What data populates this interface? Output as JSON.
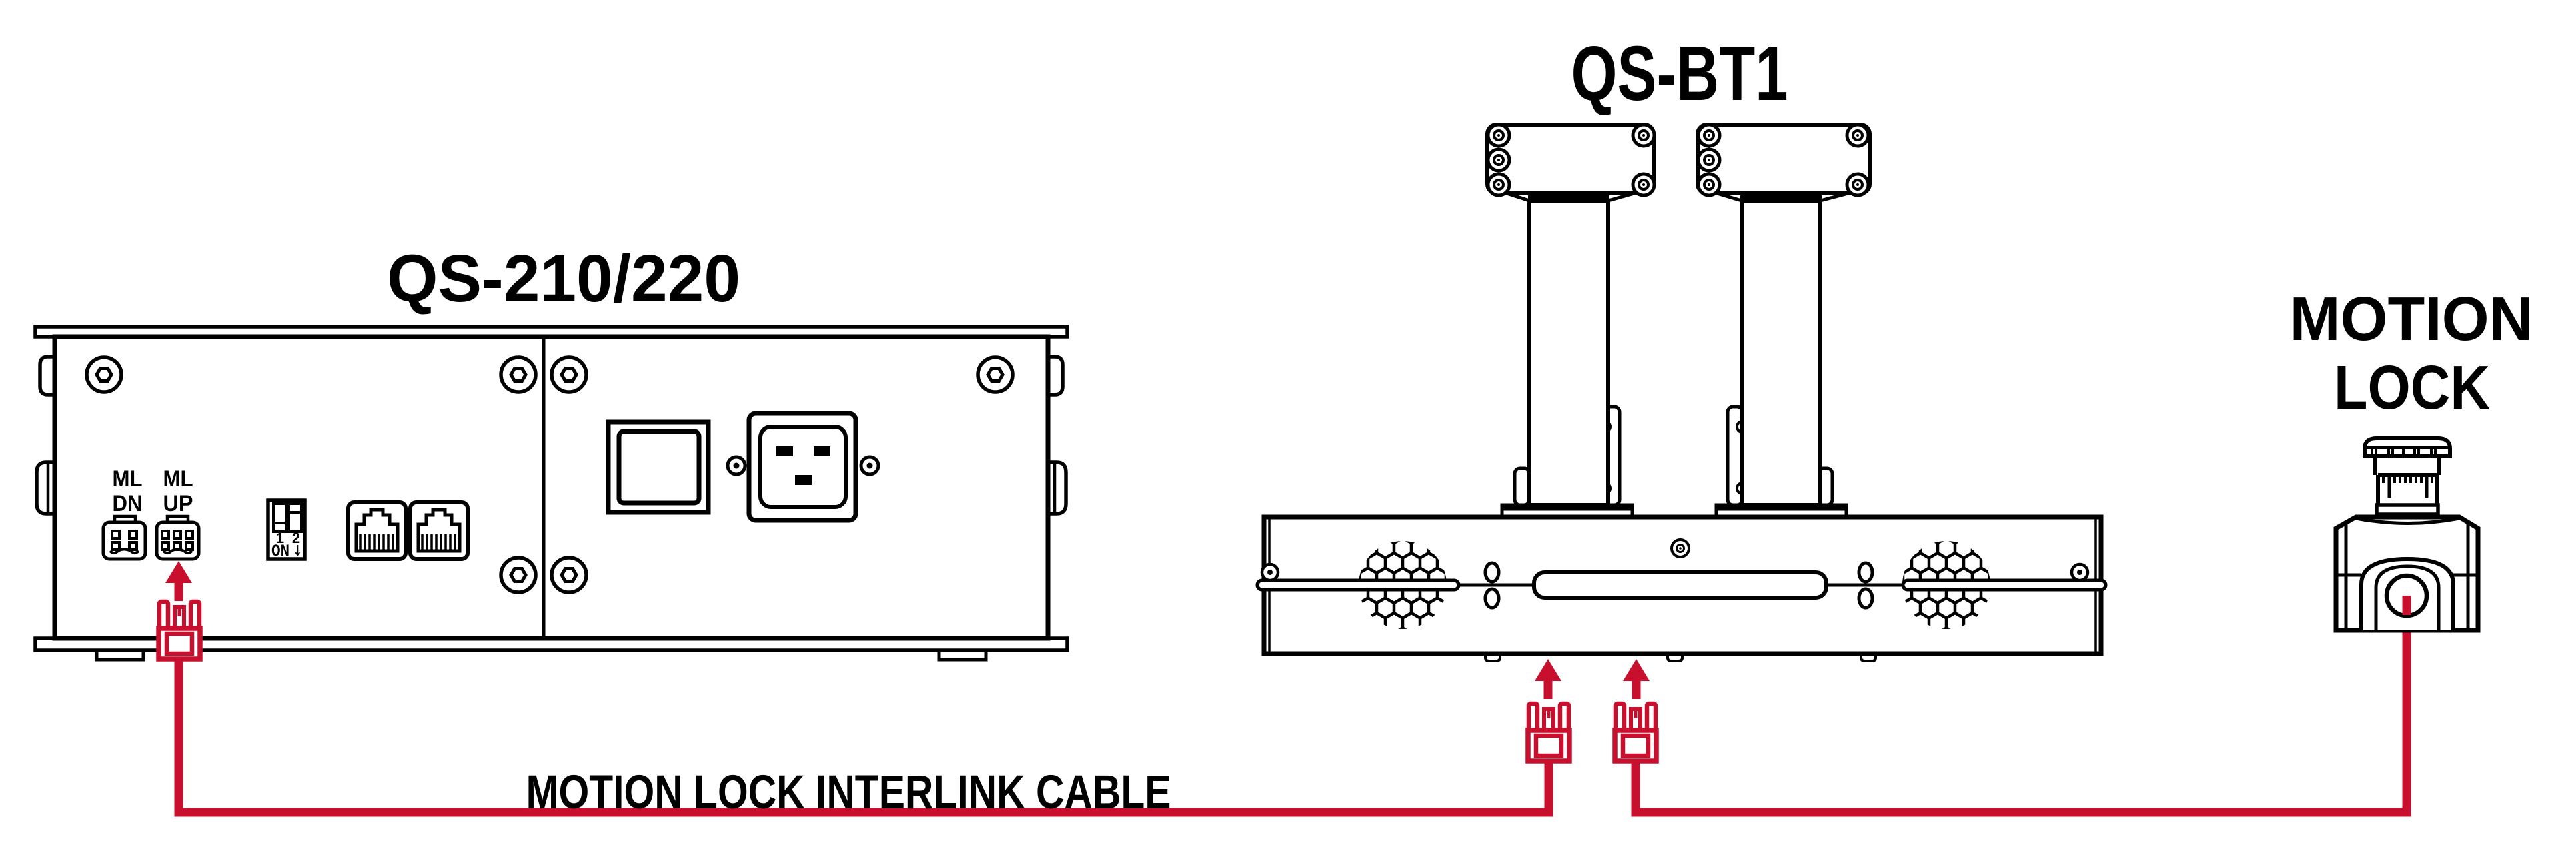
{
  "diagram": {
    "background": "#ffffff",
    "colors": {
      "line": "#000000",
      "cable_red": "#C8102E"
    },
    "qs210": {
      "title": "QS-210/220",
      "ml_dn": {
        "line1": "ML",
        "line2": "DN"
      },
      "ml_up": {
        "line1": "ML",
        "line2": "UP"
      },
      "dip": {
        "sw1": "1",
        "sw2": "2",
        "on": "ON ↓"
      }
    },
    "qsbt1": {
      "title": "QS-BT1"
    },
    "motion_lock": {
      "line1": "MOTION",
      "line2": "LOCK"
    },
    "cable": {
      "label": "MOTION LOCK INTERLINK CABLE"
    }
  }
}
